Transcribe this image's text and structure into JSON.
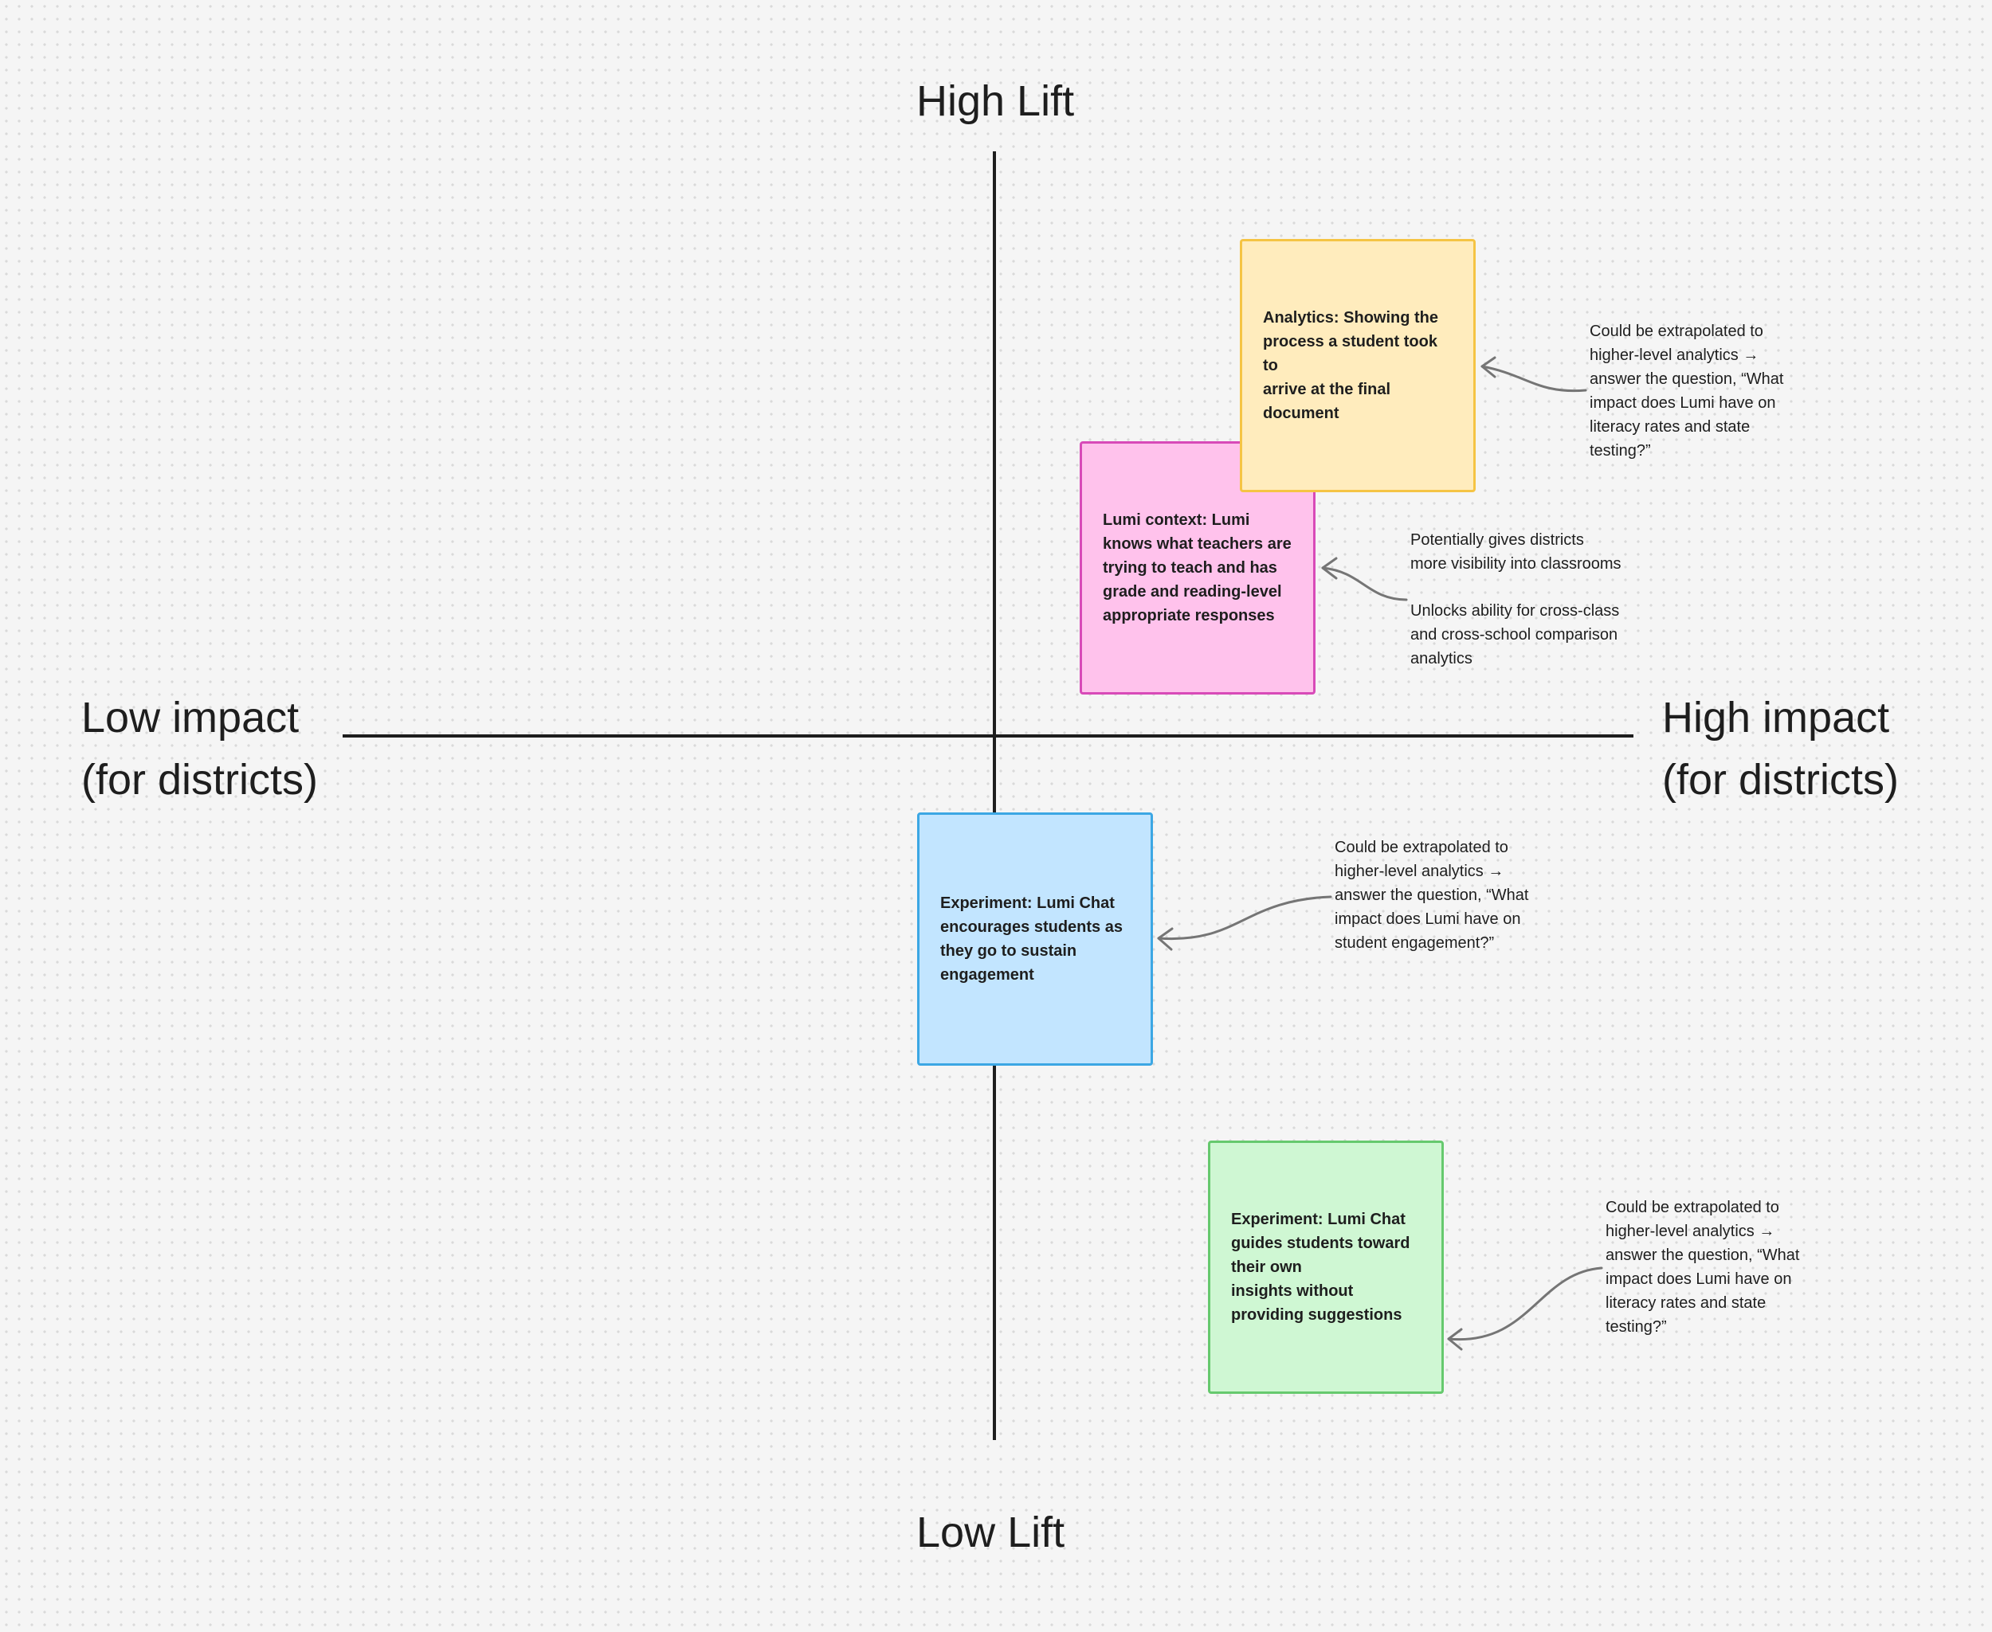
{
  "axes": {
    "top": "High Lift",
    "bottom": "Low Lift",
    "left": [
      "Low impact",
      "(for districts)"
    ],
    "right": [
      "High impact",
      "(for districts)"
    ]
  },
  "notes": {
    "analytics": {
      "lines": [
        "Analytics: Showing the",
        "process a student took to",
        "arrive at the final",
        "document"
      ],
      "color": "#ffecbd",
      "border": "#f5c444"
    },
    "context": {
      "lines": [
        "Lumi context: Lumi",
        "knows what teachers are",
        "trying to teach and has",
        "grade and reading-level",
        "appropriate responses"
      ],
      "color": "#ffc2ec",
      "border": "#d84ab8"
    },
    "encourage": {
      "lines": [
        "Experiment: Lumi Chat",
        "encourages students as",
        "they go to sustain",
        "engagement"
      ],
      "color": "#c2e5ff",
      "border": "#3ca7e4"
    },
    "guides": {
      "lines": [
        "Experiment: Lumi Chat",
        "guides students toward",
        "their own",
        "insights without",
        "providing suggestions"
      ],
      "color": "#cff7d3",
      "border": "#66c96e"
    }
  },
  "annotations": {
    "analytics": [
      "Could be extrapolated to",
      "higher-level analytics →",
      "answer the question, “What",
      "impact does Lumi have on",
      "literacy rates and state",
      "testing?”"
    ],
    "visibility": [
      "Potentially gives districts",
      "more visibility into classrooms"
    ],
    "crossclass": [
      "Unlocks ability for cross-class",
      "and cross-school comparison",
      "analytics"
    ],
    "engagement": [
      "Could be extrapolated to",
      "higher-level analytics →",
      "answer the question, “What",
      "impact does Lumi have on",
      "student engagement?”"
    ],
    "literacy": [
      "Could be extrapolated to",
      "higher-level analytics →",
      "answer the question, “What",
      "impact does Lumi have on",
      "literacy rates and state",
      "testing?”"
    ]
  }
}
